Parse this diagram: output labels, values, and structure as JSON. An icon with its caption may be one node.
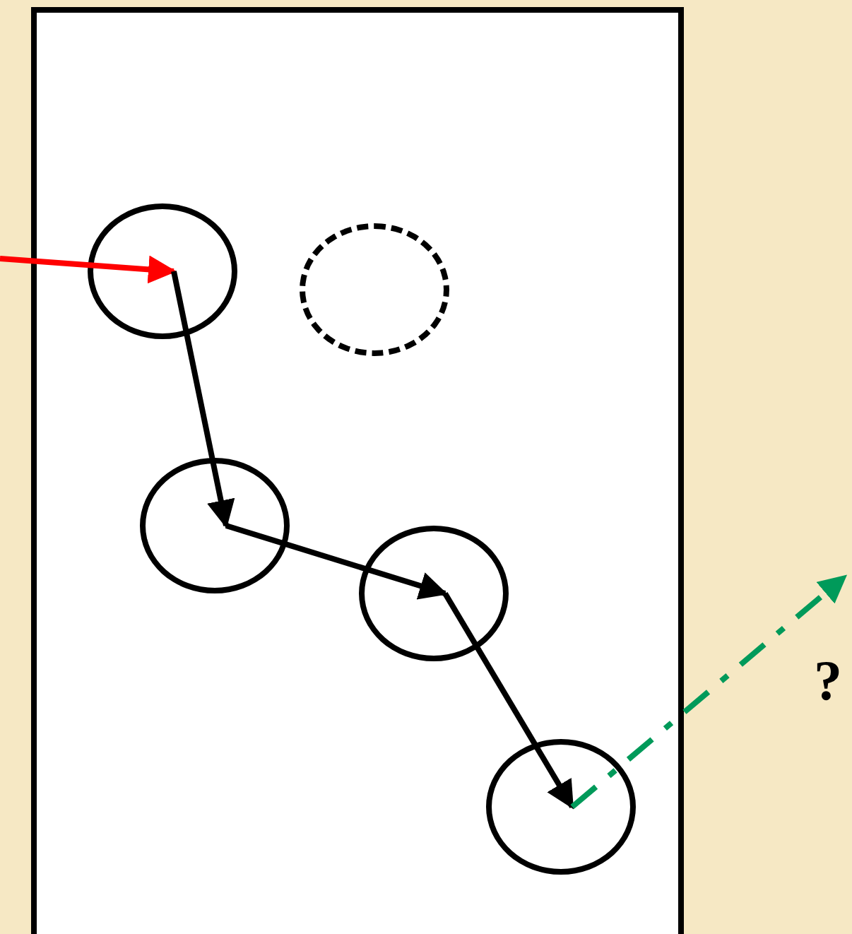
{
  "diagram": {
    "nodes": [
      {
        "text": [],
        "shape": "box"
      },
      {
        "text": [],
        "shape": "circle",
        "in": 0
      },
      {
        "text": [],
        "shape": "circle",
        "in": 0
      },
      {
        "text": [],
        "shape": "circle",
        "in": 0
      },
      {
        "text": [],
        "shape": "circle",
        "in": 0
      },
      {
        "text": [],
        "shape": "circle",
        "in": 0
      }
    ],
    "edges": [
      {
        "from": null,
        "to": 1,
        "arrow": "to",
        "color": "#ff0000"
      },
      {
        "from": 1,
        "to": 3,
        "arrow": "to"
      },
      {
        "from": 3,
        "to": 4,
        "arrow": "to"
      },
      {
        "from": 4,
        "to": 5,
        "arrow": "to"
      },
      {
        "from": 5,
        "to": null,
        "arrow": "to",
        "style": "dashed",
        "color": "#009a5a"
      }
    ],
    "labels": [
      "?"
    ]
  }
}
